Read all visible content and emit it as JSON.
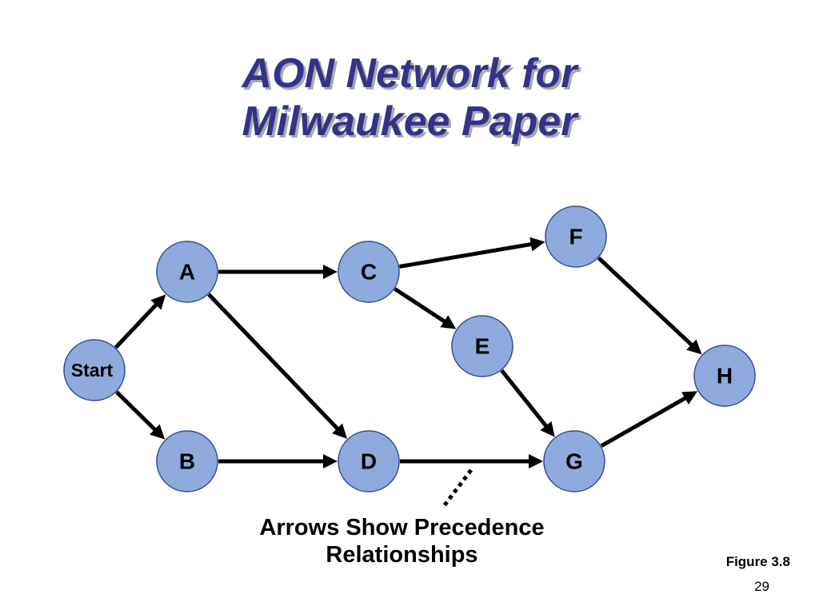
{
  "slide": {
    "title_lines": [
      "AON Network for",
      "Milwaukee Paper"
    ],
    "caption_lines": [
      "Arrows Show Precedence",
      "Relationships"
    ],
    "figure_label": "Figure 3.8",
    "page_number": "29"
  },
  "colors": {
    "title": "#33338a",
    "title_shadow": "#a9a9a9",
    "node_fill": "#8faadc",
    "node_stroke": "#2f4f8f",
    "arrow": "#000000"
  },
  "diagram": {
    "nodes": [
      {
        "id": "start",
        "label": "Start"
      },
      {
        "id": "A",
        "label": "A"
      },
      {
        "id": "B",
        "label": "B"
      },
      {
        "id": "C",
        "label": "C"
      },
      {
        "id": "D",
        "label": "D"
      },
      {
        "id": "E",
        "label": "E"
      },
      {
        "id": "F",
        "label": "F"
      },
      {
        "id": "G",
        "label": "G"
      },
      {
        "id": "H",
        "label": "H"
      }
    ],
    "edges": [
      {
        "from": "start",
        "to": "A"
      },
      {
        "from": "start",
        "to": "B"
      },
      {
        "from": "A",
        "to": "C"
      },
      {
        "from": "A",
        "to": "D"
      },
      {
        "from": "B",
        "to": "D"
      },
      {
        "from": "C",
        "to": "F"
      },
      {
        "from": "C",
        "to": "E"
      },
      {
        "from": "D",
        "to": "G"
      },
      {
        "from": "E",
        "to": "G"
      },
      {
        "from": "F",
        "to": "H"
      },
      {
        "from": "G",
        "to": "H"
      }
    ]
  }
}
